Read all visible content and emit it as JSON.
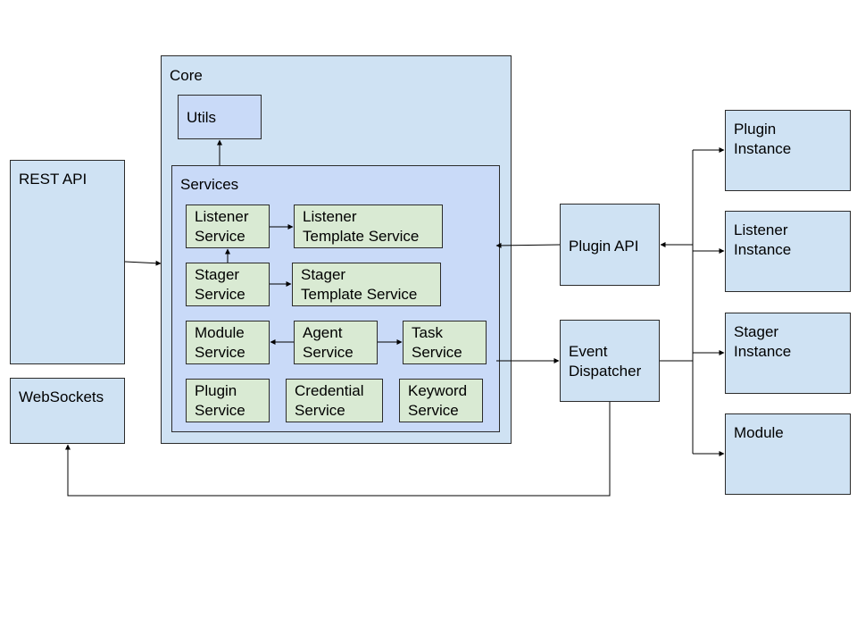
{
  "nodes": {
    "core": "Core",
    "utils": "Utils",
    "services": "Services",
    "listener_service": "Listener\nService",
    "listener_template_service": "Listener\nTemplate Service",
    "stager_service": "Stager\nService",
    "stager_template_service": "Stager\nTemplate Service",
    "module_service": "Module\nService",
    "agent_service": "Agent\nService",
    "task_service": "Task\nService",
    "plugin_service": "Plugin\nService",
    "credential_service": "Credential\nService",
    "keyword_service": "Keyword\nService",
    "rest_api": "REST API",
    "websockets": "WebSockets",
    "plugin_api": "Plugin API",
    "event_dispatcher": "Event\nDispatcher",
    "plugin_instance": "Plugin\nInstance",
    "listener_instance": "Listener\nInstance",
    "stager_instance": "Stager\nInstance",
    "module": "Module"
  },
  "colors": {
    "outer_fill": "#cfe2f3",
    "services_fill": "#c9daf8",
    "service_fill": "#d9ead3",
    "stroke": "#2b2b2b"
  }
}
